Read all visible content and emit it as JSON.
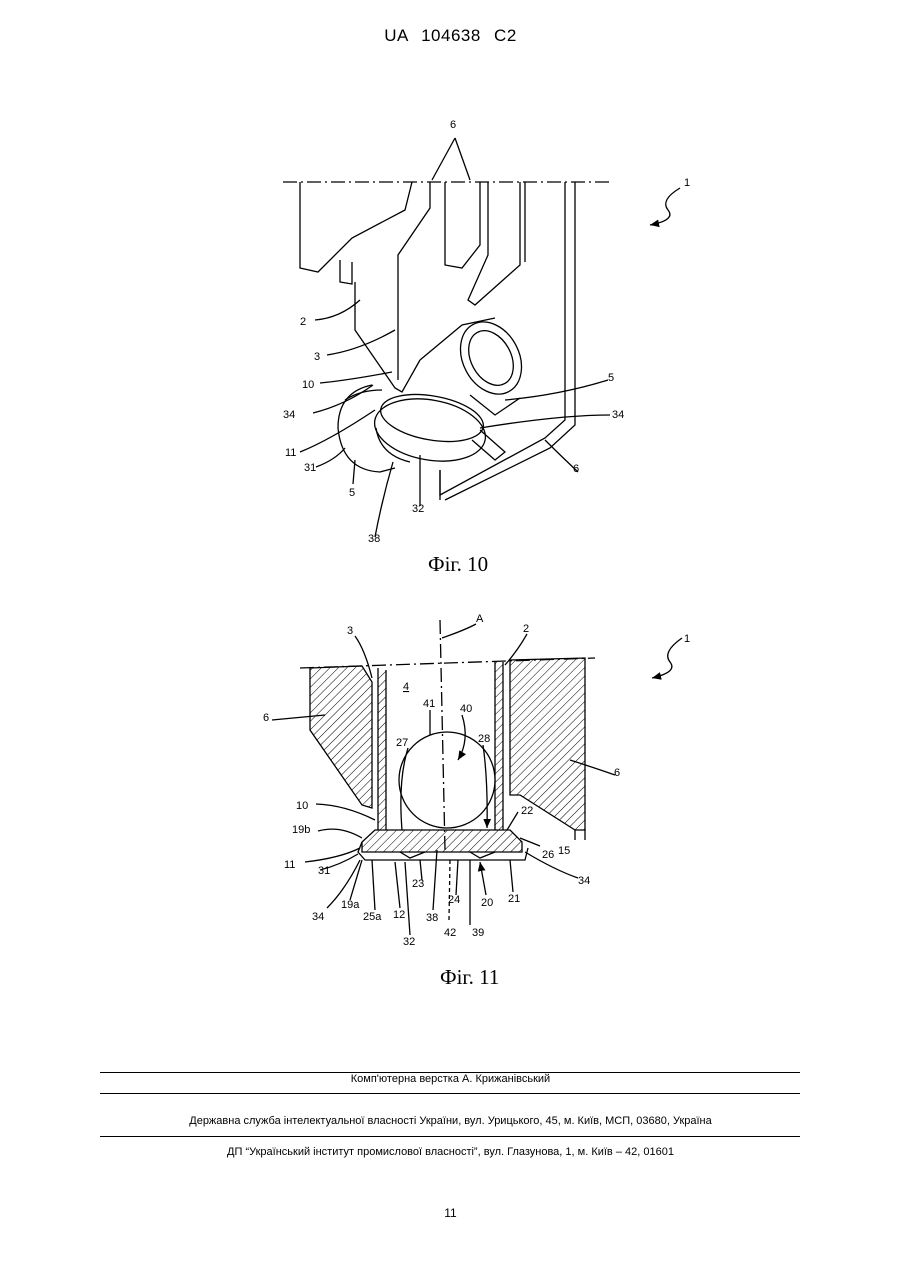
{
  "header": {
    "patent_number": "UA 104638 C2"
  },
  "figure10": {
    "caption": "Фіг. 10",
    "labels": {
      "l6": "6",
      "l1": "1",
      "l2": "2",
      "l3": "3",
      "l10": "10",
      "l34a": "34",
      "l11": "11",
      "l31": "31",
      "l5a": "5",
      "l38": "38",
      "l32": "32",
      "l6b": "6",
      "l34b": "34",
      "l5b": "5"
    }
  },
  "figure11": {
    "caption": "Фіг. 11",
    "labels": {
      "lA": "A",
      "l3": "3",
      "l2": "2",
      "l1": "1",
      "l4": "4",
      "l6a": "6",
      "l41": "41",
      "l40": "40",
      "l27": "27",
      "l28": "28",
      "l6b": "6",
      "l10": "10",
      "l22": "22",
      "l19b": "19b",
      "l26": "26",
      "l15": "15",
      "l11": "11",
      "l31": "31",
      "l34a": "34",
      "l19a": "19a",
      "l25a": "25a",
      "l12": "12",
      "l23": "23",
      "l38": "38",
      "l24": "24",
      "l20": "20",
      "l21": "21",
      "l32": "32",
      "l42": "42",
      "l39": "39",
      "l34b": "34"
    }
  },
  "footer": {
    "layout": "Комп'ютерна верстка А. Крижанівський",
    "agency": "Державна служба інтелектуальної власності України, вул. Урицького, 45, м. Київ, МСП, 03680, Україна",
    "institute": "ДП “Український інститут промислової власності”, вул. Глазунова, 1, м. Київ – 42, 01601"
  },
  "page_number": "11"
}
